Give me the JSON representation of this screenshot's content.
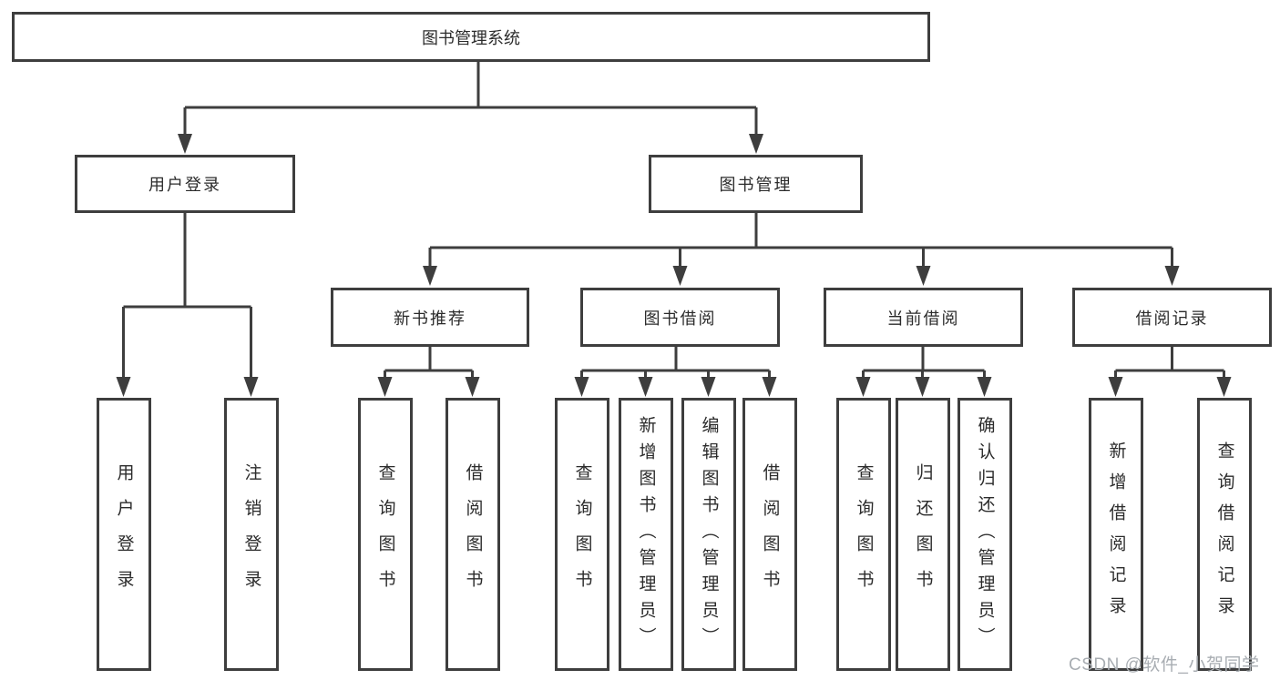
{
  "diagram_title": "图书管理系统",
  "tree": {
    "label": "图书管理系统",
    "children": [
      {
        "label": "用户登录",
        "children": [
          {
            "label": "用户登录"
          },
          {
            "label": "注销登录"
          }
        ]
      },
      {
        "label": "图书管理",
        "children": [
          {
            "label": "新书推荐",
            "children": [
              {
                "label": "查询图书"
              },
              {
                "label": "借阅图书"
              }
            ]
          },
          {
            "label": "图书借阅",
            "children": [
              {
                "label": "查询图书"
              },
              {
                "label": "新增图书（管理员）"
              },
              {
                "label": "编辑图书（管理员）"
              },
              {
                "label": "借阅图书"
              }
            ]
          },
          {
            "label": "当前借阅",
            "children": [
              {
                "label": "查询图书"
              },
              {
                "label": "归还图书"
              },
              {
                "label": "确认归还（管理员）"
              }
            ]
          },
          {
            "label": "借阅记录",
            "children": [
              {
                "label": "新增借阅记录"
              },
              {
                "label": "查询借阅记录"
              }
            ]
          }
        ]
      }
    ]
  },
  "watermark": {
    "text": "CSDN @软件_小贺同学"
  },
  "colors": {
    "line": "#3e3e3e",
    "box_border": "#3e3e3e",
    "text": "#2b2b2b",
    "watermark": "#a8adb2",
    "background": "#ffffff"
  }
}
